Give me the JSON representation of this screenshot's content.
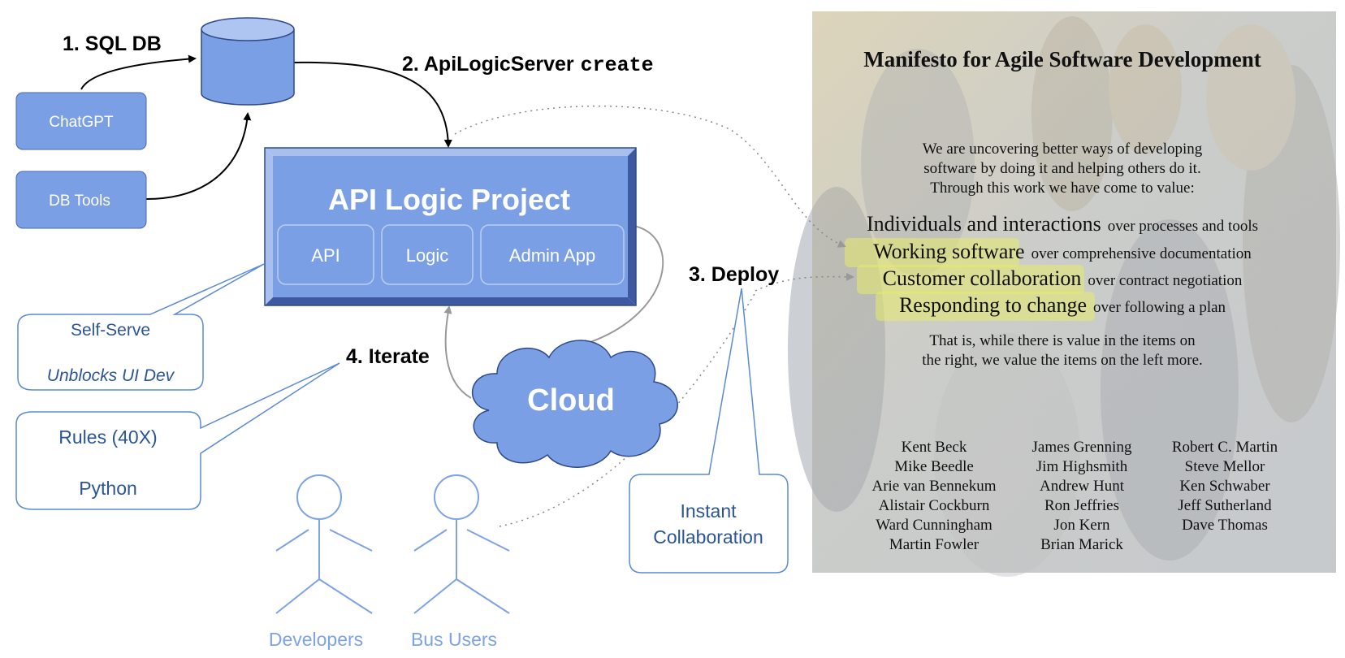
{
  "diagram": {
    "step1_label": "1.  SQL DB",
    "step2_label": "2. ApiLogicServer",
    "step2_code": "create",
    "step3_label": "3. Deploy",
    "step4_label": "4. Iterate",
    "sources": {
      "chatgpt": "ChatGPT",
      "dbtools": "DB Tools"
    },
    "project": {
      "title": "API Logic Project",
      "modules": [
        "API",
        "Logic",
        "Admin App"
      ]
    },
    "cloud_label": "Cloud",
    "callouts": {
      "self_serve": "Self-Serve",
      "self_serve_sub": "Unblocks UI Dev",
      "rules": "Rules (40X)",
      "python": "Python",
      "instant_1": "Instant",
      "instant_2": "Collaboration"
    },
    "actors": [
      "Developers",
      "Bus Users"
    ],
    "colors": {
      "box_fill": "#7b9fe5",
      "box_border": "#4a67b0",
      "callout_text": "#2b5597",
      "actor_stroke": "#7da2e8"
    }
  },
  "manifesto": {
    "title": "Manifesto for Agile Software Development",
    "intro": [
      "We are uncovering better ways of developing",
      "software by doing it and helping others do it.",
      "Through this work we have come to value:"
    ],
    "values": [
      {
        "left": "Individuals and interactions",
        "right": "over processes and tools",
        "highlight": false
      },
      {
        "left": "Working software",
        "right": "over comprehensive documentation",
        "highlight": true
      },
      {
        "left": "Customer collaboration",
        "right": "over contract negotiation",
        "highlight": true
      },
      {
        "left": "Responding to change",
        "right": "over following a plan",
        "highlight": true
      }
    ],
    "outro": [
      "That is, while there is value in the items on",
      "the right, we value the items on the left more."
    ],
    "signatories": [
      [
        "Kent Beck",
        "Mike Beedle",
        "Arie van Bennekum",
        "Alistair Cockburn",
        "Ward Cunningham",
        "Martin Fowler"
      ],
      [
        "James Grenning",
        "Jim Highsmith",
        "Andrew Hunt",
        "Ron Jeffries",
        "Jon Kern",
        "Brian Marick"
      ],
      [
        "Robert C. Martin",
        "Steve Mellor",
        "Ken Schwaber",
        "Jeff Sutherland",
        "Dave Thomas"
      ]
    ]
  }
}
